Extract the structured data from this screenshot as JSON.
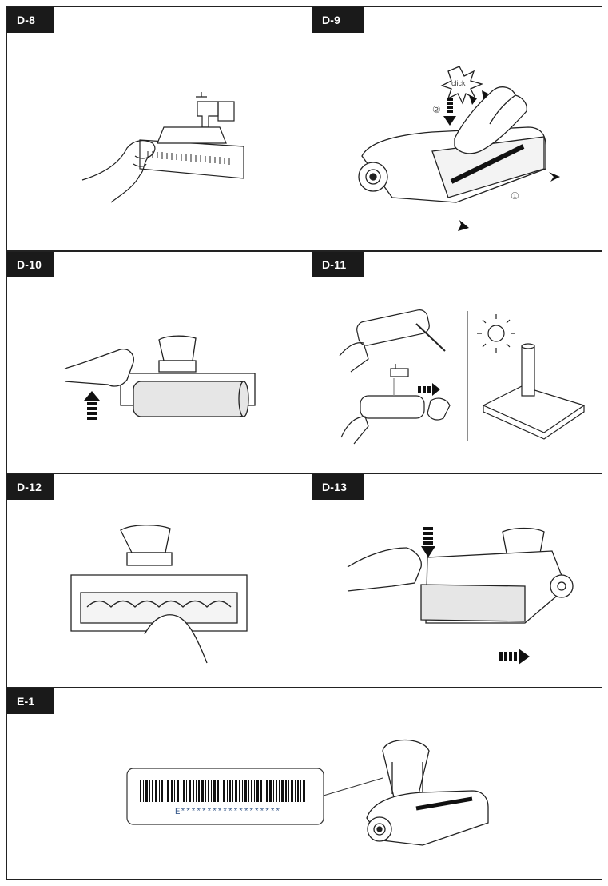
{
  "panels": [
    {
      "label": "D-8"
    },
    {
      "label": "D-9",
      "click_text": "click",
      "step_1": "①",
      "step_2": "②"
    },
    {
      "label": "D-10"
    },
    {
      "label": "D-11"
    },
    {
      "label": "D-12"
    },
    {
      "label": "D-13"
    },
    {
      "label": "E-1",
      "serial_text": "E*******************"
    }
  ],
  "colors": {
    "ink": "#222222",
    "tag_bg": "#1a1a1a",
    "roller_fill": "#e6e6e6",
    "serial": "#3a5b8c"
  }
}
